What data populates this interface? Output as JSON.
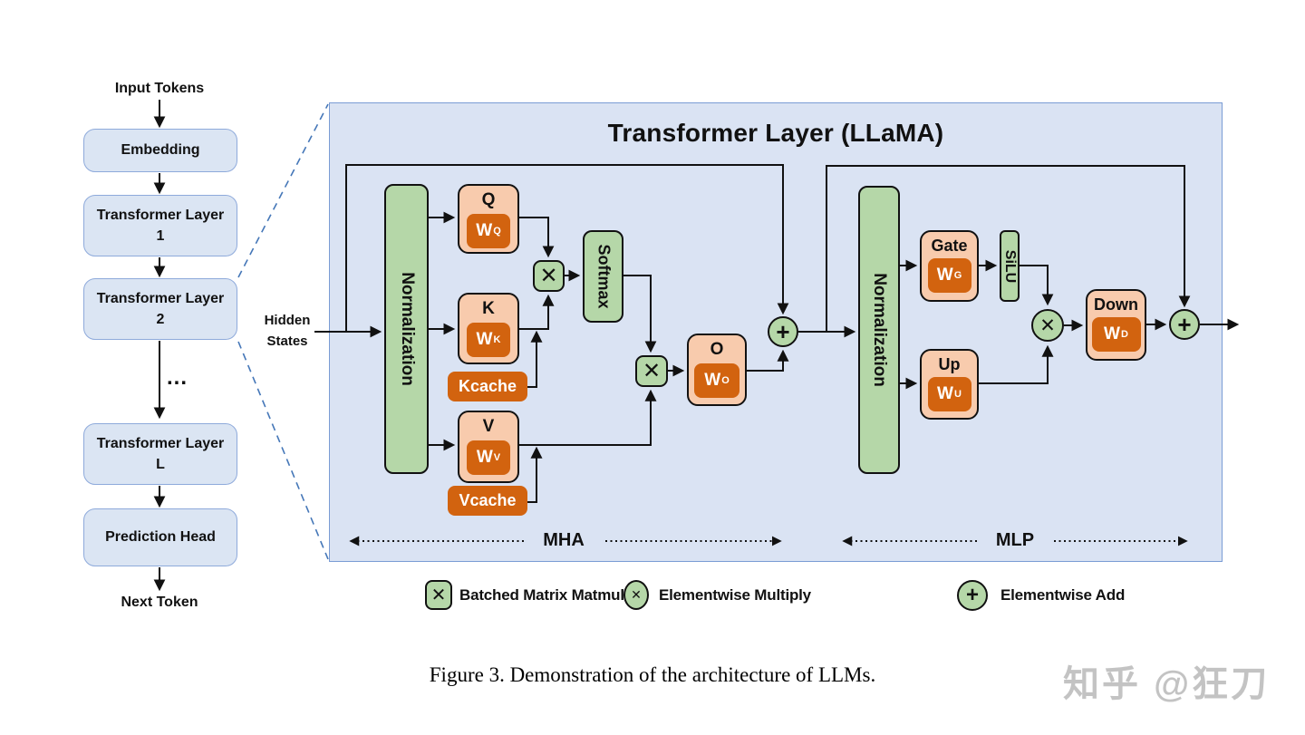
{
  "left_flow": {
    "input_label": "Input Tokens",
    "stages": [
      "Embedding",
      "Transformer Layer 1",
      "Transformer Layer 2",
      "Transformer Layer L",
      "Prediction Head"
    ],
    "ellipsis": "...",
    "output_label": "Next Token"
  },
  "panel": {
    "title": "Transformer Layer (LLaMA)",
    "input_label": "Hidden States",
    "mha": {
      "section_label": "MHA",
      "normalization": "Normalization",
      "softmax": "Softmax",
      "q": {
        "title": "Q",
        "weight": "W",
        "weight_sub": "Q"
      },
      "k": {
        "title": "K",
        "weight": "W",
        "weight_sub": "K"
      },
      "v": {
        "title": "V",
        "weight": "W",
        "weight_sub": "V"
      },
      "o": {
        "title": "O",
        "weight": "W",
        "weight_sub": "O"
      },
      "kcache": "Kcache",
      "vcache": "Vcache",
      "matmul_symbol": "✕",
      "add_symbol": "+"
    },
    "mlp": {
      "section_label": "MLP",
      "normalization": "Normalization",
      "silu": "SiLU",
      "gate": {
        "title": "Gate",
        "weight": "W",
        "weight_sub": "G"
      },
      "up": {
        "title": "Up",
        "weight": "W",
        "weight_sub": "U"
      },
      "down": {
        "title": "Down",
        "weight": "W",
        "weight_sub": "D"
      },
      "multiply_symbol": "✕",
      "add_symbol": "+"
    }
  },
  "legend": {
    "items": [
      {
        "symbol": "✕",
        "label": "Batched Matrix Matmul"
      },
      {
        "symbol": "✕",
        "label": "Elementwise Multiply"
      },
      {
        "symbol": "+",
        "label": "Elementwise Add"
      }
    ]
  },
  "caption": "Figure 3. Demonstration of the architecture of LLMs.",
  "watermark": "知乎 @狂刀",
  "colors": {
    "panel_bg": "#dae3f3",
    "panel_border": "#7a9cd4",
    "flow_bg": "#dbe5f3",
    "flow_border": "#8eaadb",
    "green": "#b5d7a8",
    "peach": "#f8cbad",
    "orange": "#d2630f",
    "dash_blue": "#4577b8",
    "watermark_gray": "#c3c3c3"
  }
}
